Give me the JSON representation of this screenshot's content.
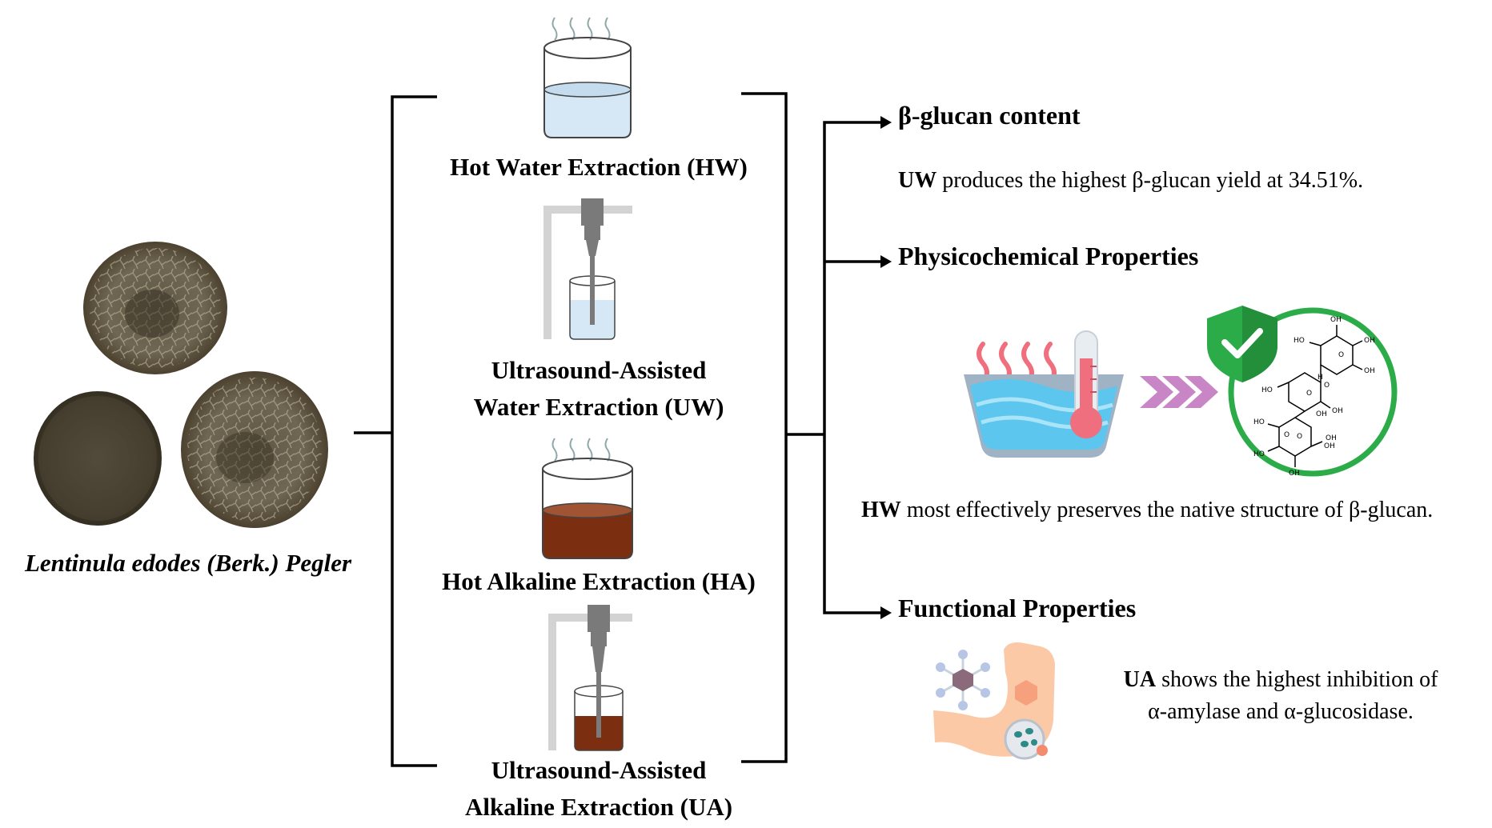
{
  "source": {
    "species_label": "Lentinula edodes (Berk.) Pegler"
  },
  "methods": [
    {
      "id": "HW",
      "lines": [
        "Hot Water Extraction (HW)"
      ]
    },
    {
      "id": "UW",
      "lines": [
        "Ultrasound-Assisted",
        "Water Extraction (UW)"
      ]
    },
    {
      "id": "HA",
      "lines": [
        "Hot Alkaline Extraction (HA)"
      ]
    },
    {
      "id": "UA",
      "lines": [
        "Ultrasound-Assisted",
        "Alkaline Extraction (UA)"
      ]
    }
  ],
  "outcomes": {
    "beta_glucan": {
      "heading": "β-glucan content",
      "abbr": "UW",
      "text": " produces the highest β-glucan yield at 34.51%."
    },
    "physicochemical": {
      "heading": "Physicochemical Properties",
      "abbr": "HW",
      "text": " most effectively preserves the native structure of β-glucan."
    },
    "functional": {
      "heading": "Functional Properties",
      "abbr": "UA",
      "text_line1": " shows the highest inhibition of",
      "text_line2": "α-amylase and α-glucosidase."
    }
  },
  "molecule_labels": [
    "OH",
    "OH",
    "OH",
    "HO",
    "O",
    "H",
    "O",
    "OH",
    "HO",
    "O",
    "O",
    "OH",
    "OH",
    "HO",
    "HO",
    "O",
    "OH",
    "OH"
  ],
  "colors": {
    "bracket": "#000000",
    "water": "#d6e8f6",
    "alkaline": "#7c2f10",
    "steam": "#8fa8a8",
    "probe": "#7a7a7a",
    "stand": "#d3d3d3",
    "bath_water": "#5cc6ef",
    "bath_basin": "#9fb3c5",
    "thermo_red": "#ef6f7e",
    "chevron": "#c986c6",
    "shield_green": "#2cac48",
    "stomach": "#fbc9a6",
    "hexagon": "#8b6b7b"
  },
  "icons": [
    "hot-water-beaker-icon",
    "sonicator-water-icon",
    "hot-alkaline-beaker-icon",
    "sonicator-alkaline-icon",
    "heated-bath-thermometer-icon",
    "triple-chevron-icon",
    "beta-glucan-shield-icon",
    "molecule-stomach-icon"
  ]
}
